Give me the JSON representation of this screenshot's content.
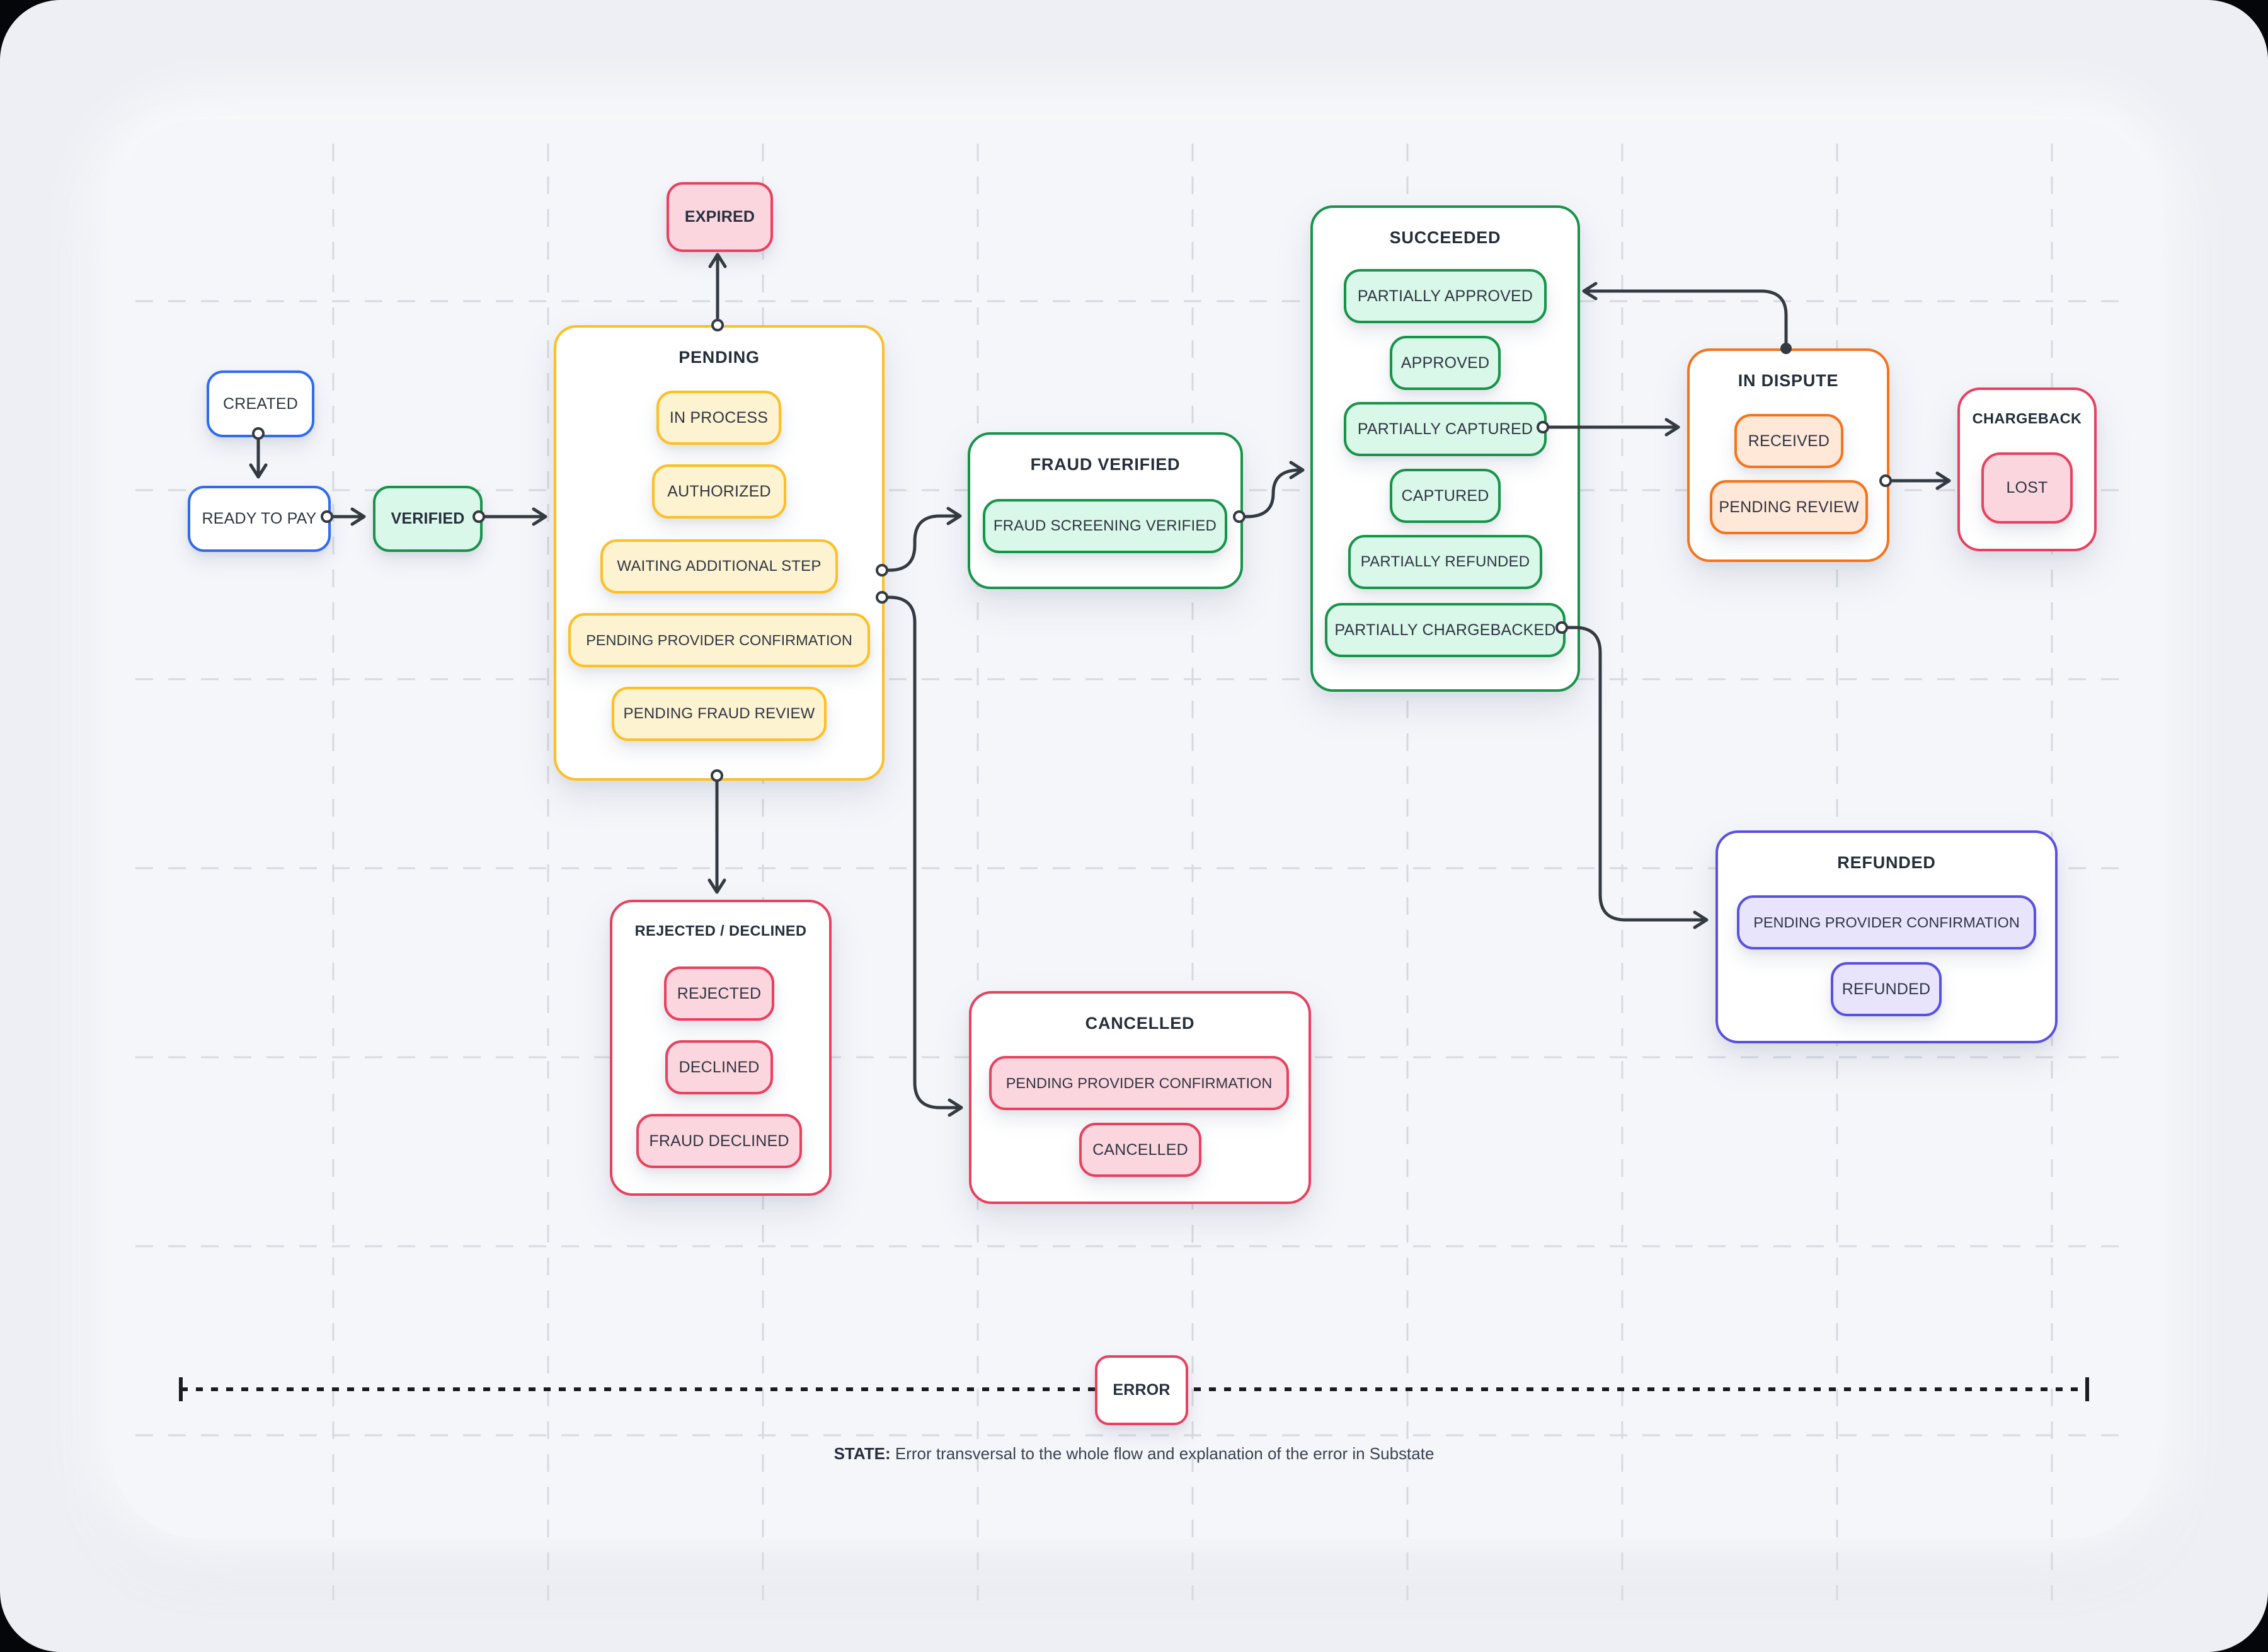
{
  "nodes": {
    "created": {
      "label": "CREATED"
    },
    "ready_to_pay": {
      "label": "READY TO PAY"
    },
    "verified": {
      "label": "VERIFIED"
    },
    "expired": {
      "label": "EXPIRED"
    },
    "pending": {
      "title": "PENDING",
      "substates": [
        "IN PROCESS",
        "AUTHORIZED",
        "WAITING ADDITIONAL STEP",
        "PENDING PROVIDER CONFIRMATION",
        "PENDING FRAUD REVIEW"
      ]
    },
    "fraud_verified": {
      "title": "FRAUD VERIFIED",
      "substates": [
        "FRAUD SCREENING VERIFIED"
      ]
    },
    "succeeded": {
      "title": "SUCCEEDED",
      "substates": [
        "PARTIALLY APPROVED",
        "APPROVED",
        "PARTIALLY CAPTURED",
        "CAPTURED",
        "PARTIALLY REFUNDED",
        "PARTIALLY CHARGEBACKED"
      ]
    },
    "in_dispute": {
      "title": "IN DISPUTE",
      "substates": [
        "RECEIVED",
        "PENDING REVIEW"
      ]
    },
    "chargeback": {
      "title": "CHARGEBACK",
      "substates": [
        "LOST"
      ]
    },
    "refunded": {
      "title": "REFUNDED",
      "substates": [
        "PENDING PROVIDER CONFIRMATION",
        "REFUNDED"
      ]
    },
    "rejected_declined": {
      "title": "REJECTED / DECLINED",
      "substates": [
        "REJECTED",
        "DECLINED",
        "FRAUD DECLINED"
      ]
    },
    "cancelled": {
      "title": "CANCELLED",
      "substates": [
        "PENDING PROVIDER CONFIRMATION",
        "CANCELLED"
      ]
    },
    "error": {
      "label": "ERROR"
    }
  },
  "caption": {
    "prefix": "STATE:",
    "text": "Error transversal to the whole flow and explanation of the error in Substate"
  },
  "edges": [
    {
      "from": "CREATED",
      "to": "READY TO PAY"
    },
    {
      "from": "READY TO PAY",
      "to": "VERIFIED"
    },
    {
      "from": "VERIFIED",
      "to": "PENDING"
    },
    {
      "from": "PENDING",
      "to": "EXPIRED"
    },
    {
      "from": "PENDING",
      "to": "REJECTED / DECLINED"
    },
    {
      "from": "PENDING",
      "to": "FRAUD VERIFIED"
    },
    {
      "from": "PENDING",
      "to": "CANCELLED"
    },
    {
      "from": "FRAUD VERIFIED",
      "to": "SUCCEEDED"
    },
    {
      "from": "SUCCEEDED (PARTIALLY CAPTURED)",
      "to": "IN DISPUTE"
    },
    {
      "from": "IN DISPUTE",
      "to": "SUCCEEDED (PARTIALLY APPROVED)"
    },
    {
      "from": "IN DISPUTE",
      "to": "CHARGEBACK"
    },
    {
      "from": "SUCCEEDED (PARTIALLY CHARGEBACKED)",
      "to": "REFUNDED"
    }
  ],
  "colors": {
    "blue": "#2f6bef",
    "green": "#17934a",
    "mint": "#d9f8e9",
    "amber": "#fcbf24",
    "cream": "#fdf3d1",
    "red": "#e8405f",
    "pink": "#fbd6de",
    "orange": "#f4731c",
    "peach": "#ffe8d8",
    "indigo": "#5a50e0",
    "lavender": "#e7e4fb",
    "connector": "#343a41",
    "grid": "#d6d9e0",
    "card": "#f5f6fa",
    "surface": "#edeff4"
  }
}
